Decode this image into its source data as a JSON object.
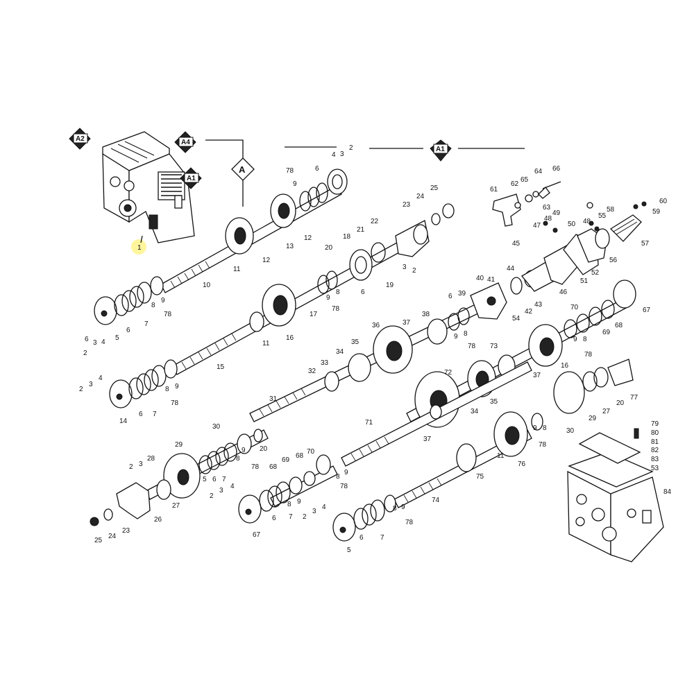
{
  "highlight_color": "#fff59d",
  "ink_color": "#111111",
  "badges": {
    "a2": "A2",
    "a4": "A4",
    "a1_small": "A1",
    "a_big": "A",
    "a1_header": "A1"
  },
  "labels": {
    "l1": "1",
    "l78a": "78",
    "l6a": "6",
    "l9a": "9",
    "l4a": "4",
    "l3a": "3",
    "l2a": "2",
    "l12a": "12",
    "l12b": "12",
    "l13": "13",
    "l11a": "11",
    "l10": "10",
    "l5a": "5",
    "l6b": "6",
    "l7a": "7",
    "l8a": "8",
    "l9b": "9",
    "l78b": "78",
    "l4b": "4",
    "l2b": "2",
    "l3b": "3",
    "l6c": "6",
    "l24": "24",
    "l25a": "25",
    "l23": "23",
    "l22": "22",
    "l21": "21",
    "l18": "18",
    "l20a": "20",
    "l6d": "6",
    "l19": "19",
    "l2c": "2",
    "l3c": "3",
    "l9c": "9",
    "l8b": "8",
    "l78c": "78",
    "l17": "17",
    "l16a": "16",
    "l11b": "11",
    "l15": "15",
    "l2d": "2",
    "l3d": "3",
    "l4c": "4",
    "l8c": "8",
    "l9d": "9",
    "l78d": "78",
    "l14": "14",
    "l6e": "6",
    "l7b": "7",
    "l61": "61",
    "l62": "62",
    "l65": "65",
    "l64": "64",
    "l66": "66",
    "l63": "63",
    "l49": "49",
    "l48a": "48",
    "l47": "47",
    "l50": "50",
    "l48b": "48",
    "l55": "55",
    "l58": "58",
    "l60": "60",
    "l59": "59",
    "l57": "57",
    "l56": "56",
    "l52": "52",
    "l51": "51",
    "l46": "46",
    "l45": "45",
    "l44": "44",
    "l41": "41",
    "l40": "40",
    "l43": "43",
    "l42": "42",
    "l54": "54",
    "l39": "39",
    "l6f": "6",
    "l38": "38",
    "l37a": "37",
    "l36": "36",
    "l9e": "9",
    "l8d": "8",
    "l78e": "78",
    "l35a": "35",
    "l34a": "34",
    "l33": "33",
    "l32": "32",
    "l31": "31",
    "l70a": "70",
    "l9f": "9",
    "l8e": "8",
    "l78f": "78",
    "l69": "69",
    "l68a": "68",
    "l67a": "67",
    "l73": "73",
    "l16b": "16",
    "l37b": "37",
    "l72": "72",
    "l35b": "35",
    "l34b": "34",
    "l77": "77",
    "l20b": "20",
    "l27a": "27",
    "l29a": "29",
    "l71": "71",
    "l37c": "37",
    "l30a": "30",
    "l9g": "9",
    "l8f": "8",
    "l78g": "78",
    "l76": "76",
    "l11c": "11",
    "l75": "75",
    "l74": "74",
    "l30b": "30",
    "l29b": "29",
    "l28": "28",
    "l3e": "3",
    "l2e": "2",
    "l20c": "20",
    "l9h": "9",
    "l8g": "8",
    "l78h": "78",
    "l27b": "27",
    "l26": "26",
    "l25b": "25",
    "l24b": "24",
    "l23b": "23",
    "l5b": "5",
    "l6g": "6",
    "l7c": "7",
    "l68b": "68",
    "l69b": "69",
    "l68c": "68",
    "l70b": "70",
    "l9i": "9",
    "l8h": "8",
    "l78i": "78",
    "l2f": "2",
    "l3f": "3",
    "l4d": "4",
    "l67b": "67",
    "l6h": "6",
    "l7d": "7",
    "l8i": "8",
    "l9j": "9",
    "l4e": "4",
    "l3g": "3",
    "l2g": "2",
    "l8j": "8",
    "l9k": "9",
    "l78j": "78",
    "l5c": "5",
    "l6i": "6",
    "l7e": "7",
    "l79": "79",
    "l80": "80",
    "l81": "81",
    "l82": "82",
    "l83": "83",
    "l53": "53",
    "l84": "84"
  }
}
